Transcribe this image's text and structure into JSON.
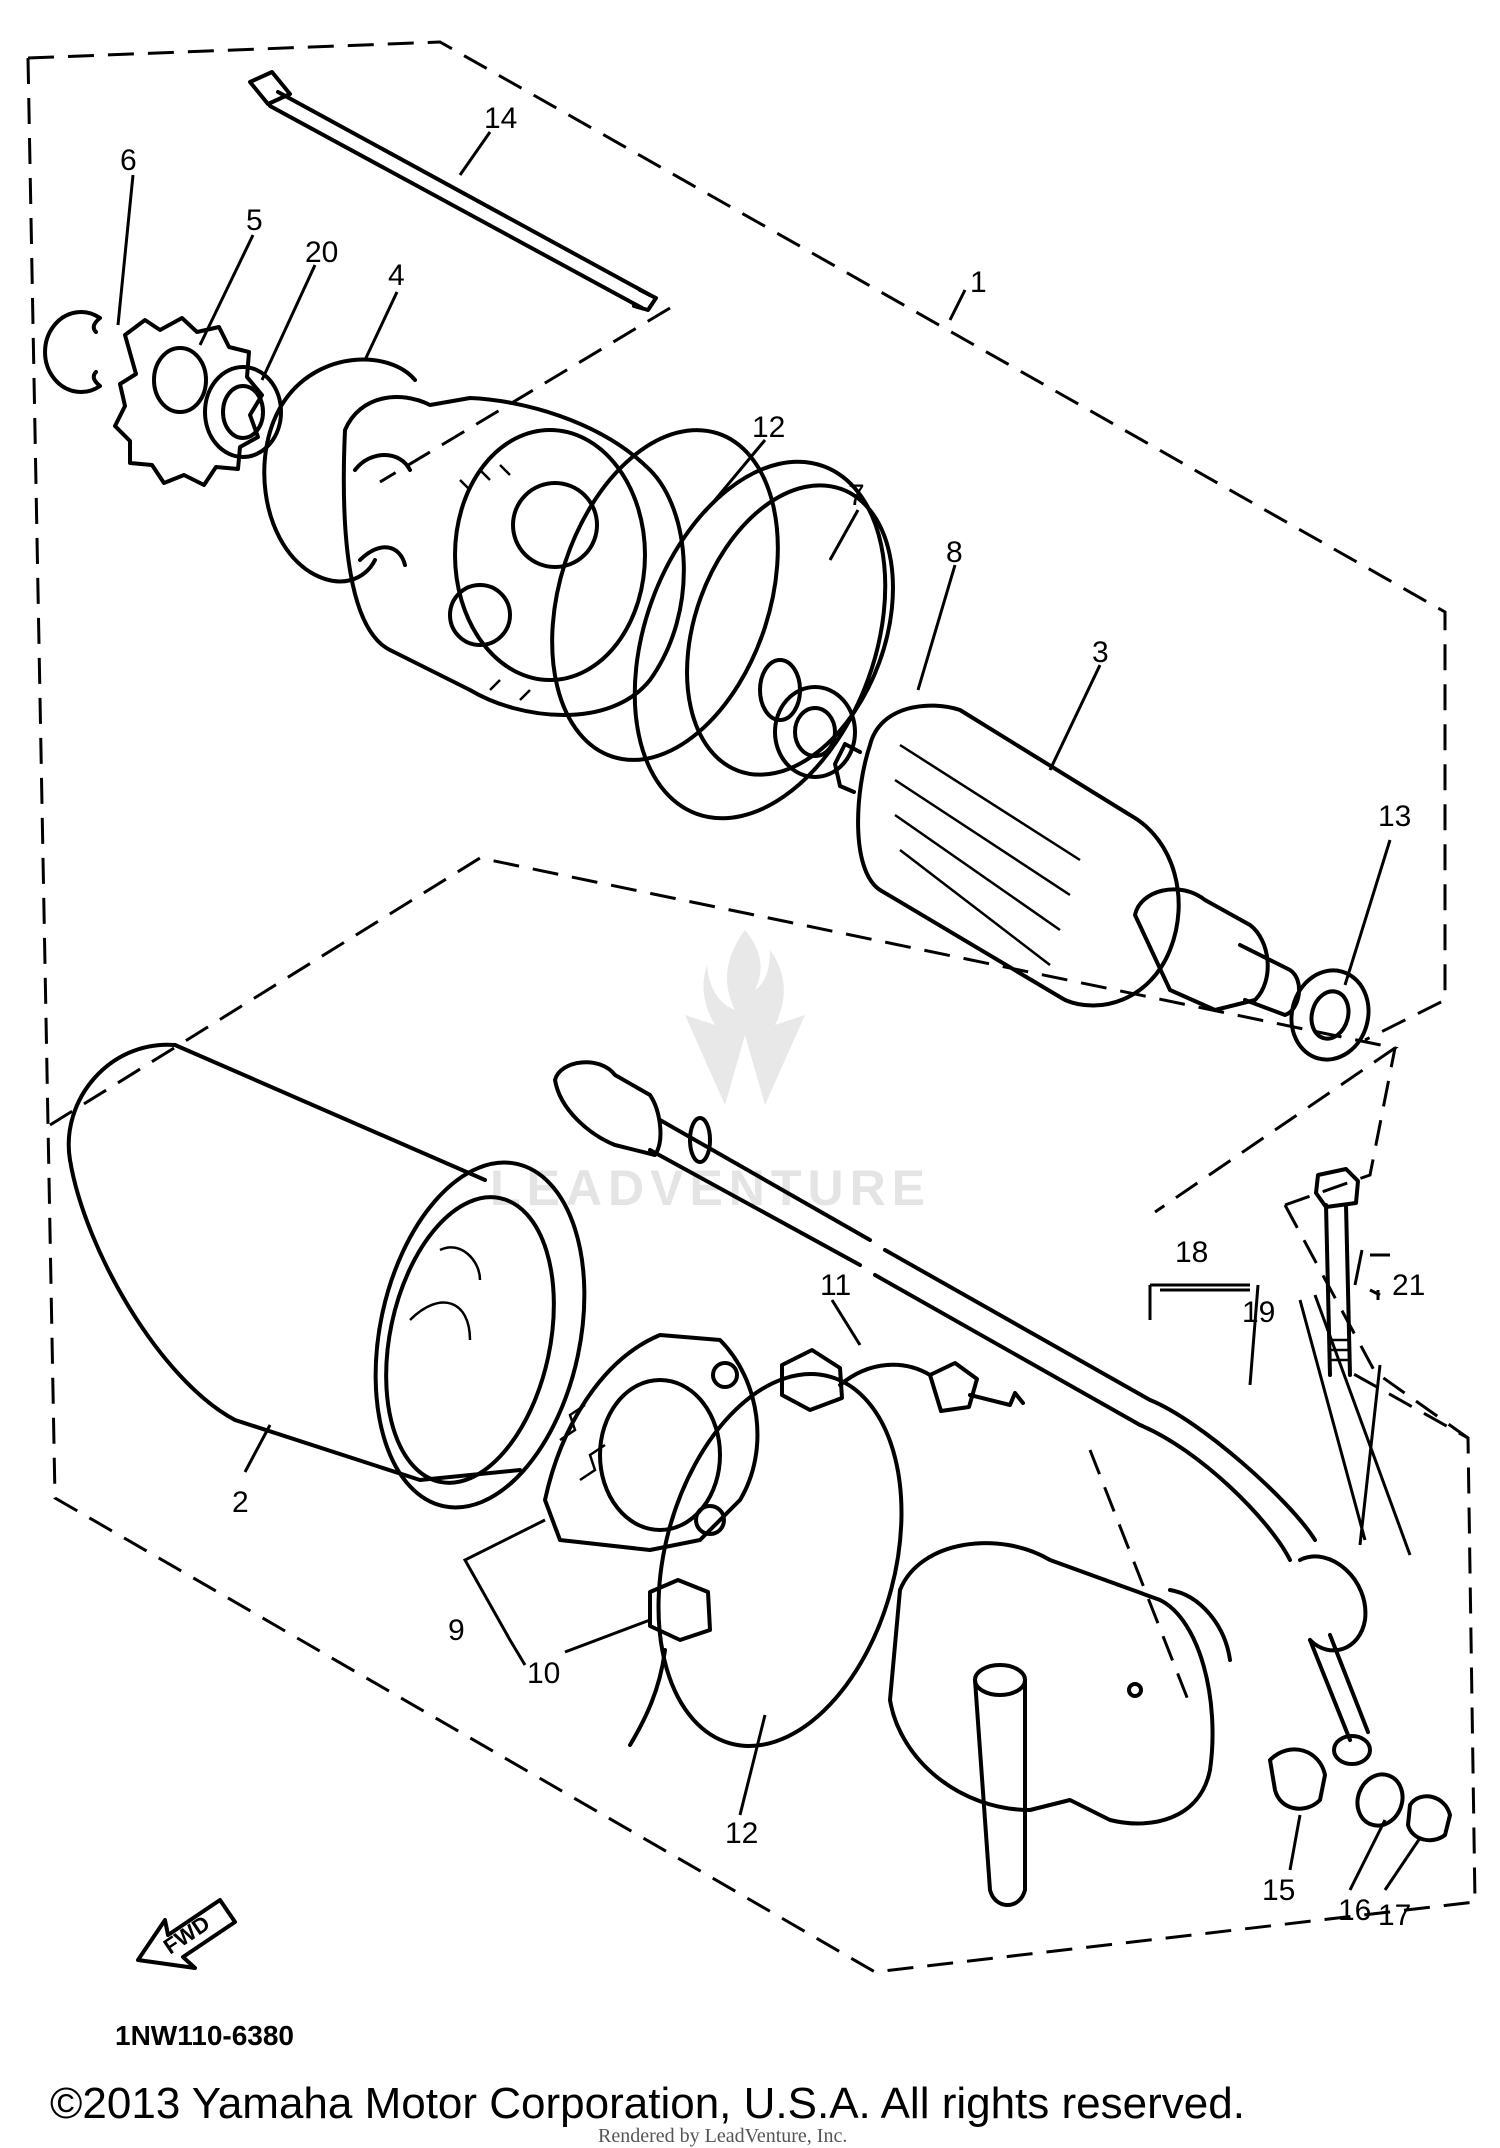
{
  "callouts": {
    "c1": "1",
    "c2": "2",
    "c3": "3",
    "c4": "4",
    "c5": "5",
    "c6": "6",
    "c7": "7",
    "c8": "8",
    "c9": "9",
    "c10": "10",
    "c11": "11",
    "c12a": "12",
    "c12b": "12",
    "c13": "13",
    "c14": "14",
    "c15": "15",
    "c16": "16",
    "c17": "17",
    "c18": "18",
    "c19": "19",
    "c20": "20",
    "c21": "21"
  },
  "arrow_label": "FWD",
  "diagram_code": "1NW110-6380",
  "watermark_text": "LEADVENTURE",
  "copyright": "©2013 Yamaha Motor Corporation, U.S.A. All rights reserved.",
  "credit": "Rendered by LeadVenture, Inc.",
  "colors": {
    "ink": "#000000",
    "background": "#ffffff",
    "watermark": "#d9d9d9"
  }
}
